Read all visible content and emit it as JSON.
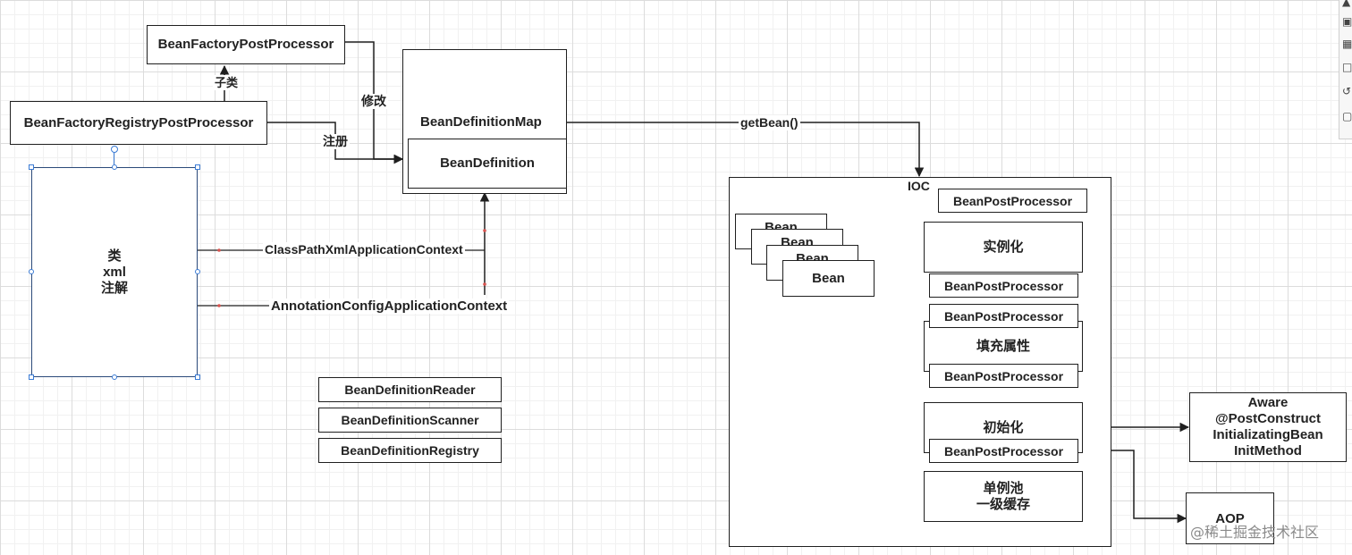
{
  "boxes": {
    "bean_factory_post_processor": "BeanFactoryPostProcessor",
    "bean_factory_registry_post_processor": "BeanFactoryRegistryPostProcessor",
    "bean_definition_map": "BeanDefinitionMap",
    "bean_definition": "BeanDefinition",
    "source_lines": [
      "类",
      "xml",
      "注解"
    ],
    "reader": "BeanDefinitionReader",
    "scanner": "BeanDefinitionScanner",
    "registry": "BeanDefinitionRegistry"
  },
  "edges": {
    "subclass": "子类",
    "modify": "修改",
    "register": "注册",
    "get_bean": "getBean()",
    "classpath_xml_context": "ClassPathXmlApplicationContext",
    "annotation_config_context": "AnnotationConfigApplicationContext"
  },
  "ioc": {
    "title": "IOC",
    "top_processor": "BeanPostProcessor",
    "bean_stack": [
      "Bean",
      "Bean",
      "Bean",
      "Bean"
    ],
    "instantiate": "实例化",
    "after_instantiate_processor": "BeanPostProcessor",
    "before_populate_processor": "BeanPostProcessor",
    "populate": "填充属性",
    "after_populate_processor": "BeanPostProcessor",
    "initialize": "初始化",
    "init_processor": "BeanPostProcessor",
    "singleton_lines": [
      "单例池",
      "一级缓存"
    ]
  },
  "aware_box": [
    "Aware",
    "@PostConstruct",
    "InitializatingBean",
    "InitMethod"
  ],
  "aop": "AOP",
  "watermark": "@稀土掘金技术社区",
  "colors": {
    "line": "#1f1f1f",
    "handle": "#3a7bd5",
    "anchor_dot": "#d9534f"
  }
}
